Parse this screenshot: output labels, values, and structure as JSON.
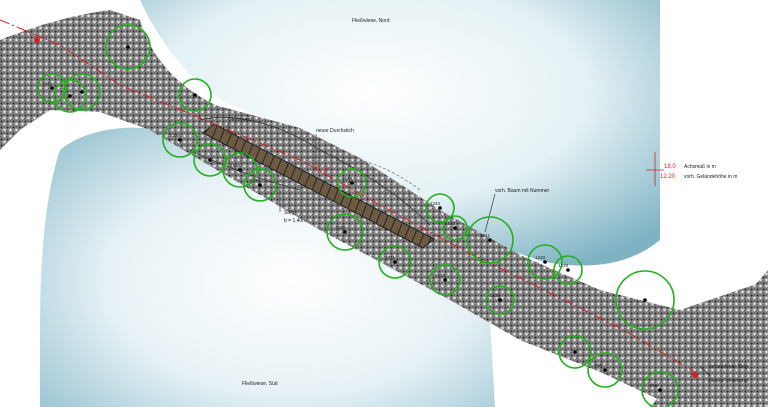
{
  "meadows": {
    "north": "Fließwiese, Nord",
    "south": "Fließwiese, Süd"
  },
  "labels": {
    "ufer": "Uferbereich",
    "durchstich": "neuer Durchstich",
    "steg": "Steg",
    "steg_width": "b = 1,40m",
    "baum": "vorh. Baum mit Nummer",
    "weg_top": "vorhandener Weg",
    "weg_bottom": "Gehölz Umleitung"
  },
  "legend": {
    "axis_value": "18.0",
    "axis_text": "Achsmaß in m",
    "height_value": "12.20",
    "height_text": "vorh. Geländehöhe in m"
  },
  "centerline_marks": [
    "3.30",
    "2.60"
  ],
  "trees": [
    {
      "id": "",
      "r": 22
    },
    {
      "id": "1221",
      "r": 14
    },
    {
      "id": "",
      "r": 18
    },
    {
      "id": "",
      "r": 16
    },
    {
      "id": "1225",
      "r": 17
    },
    {
      "id": "",
      "r": 16
    },
    {
      "id": "1226",
      "r": 17
    },
    {
      "id": "",
      "r": 16
    },
    {
      "id": "1244",
      "r": 16
    },
    {
      "id": "1245",
      "r": 14
    },
    {
      "id": "1220",
      "r": 18
    },
    {
      "id": "1243",
      "r": 14
    },
    {
      "id": "1242",
      "r": 12
    },
    {
      "id": "1241",
      "r": 23
    },
    {
      "id": "1231",
      "r": 16
    },
    {
      "id": "1233",
      "r": 15
    },
    {
      "id": "1238",
      "r": 14
    },
    {
      "id": "1240",
      "r": 17
    },
    {
      "id": "1239",
      "r": 14
    },
    {
      "id": "",
      "r": 29
    },
    {
      "id": "",
      "r": 16
    },
    {
      "id": "956",
      "r": 17
    },
    {
      "id": "958",
      "r": 18
    }
  ]
}
